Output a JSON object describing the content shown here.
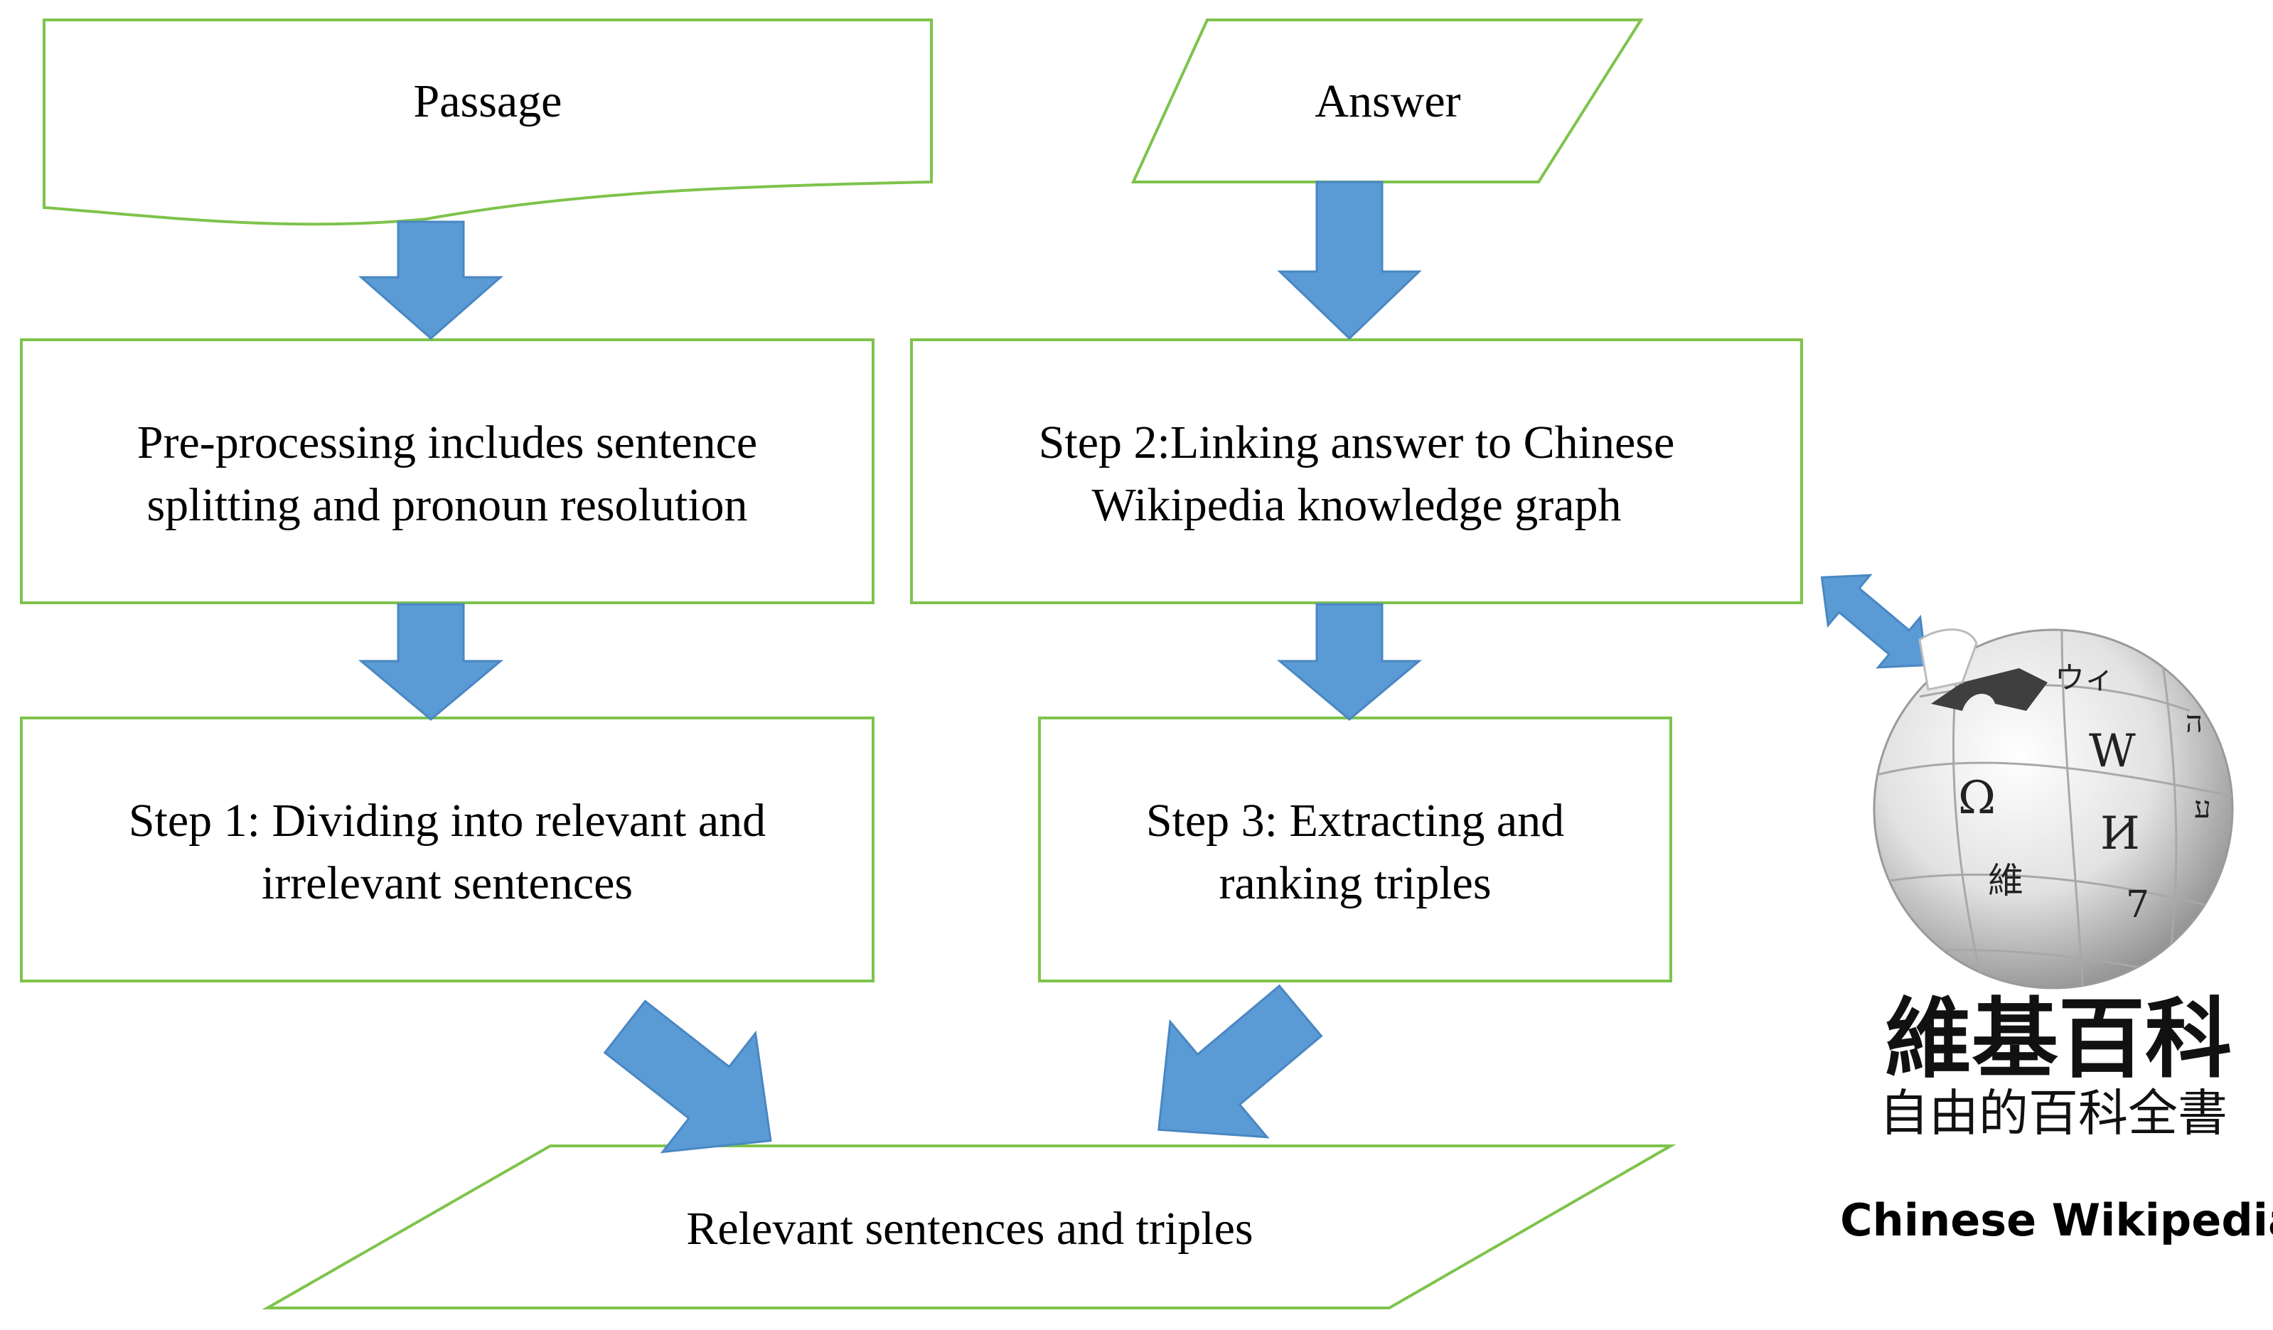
{
  "colors": {
    "box_border": "#7ec34b",
    "arrow_fill": "#5b9bd5",
    "text": "#000000"
  },
  "nodes": {
    "passage": {
      "shape": "document",
      "lines": [
        "Passage"
      ]
    },
    "answer": {
      "shape": "parallelogram",
      "lines": [
        "Answer"
      ]
    },
    "preprocessing": {
      "shape": "rectangle",
      "lines": [
        "Pre-processing includes sentence",
        "splitting and pronoun resolution"
      ]
    },
    "step2": {
      "shape": "rectangle",
      "lines": [
        "Step 2:Linking answer to Chinese",
        "Wikipedia knowledge graph"
      ]
    },
    "step1": {
      "shape": "rectangle",
      "lines": [
        "Step 1: Dividing into relevant and",
        "irrelevant sentences"
      ]
    },
    "step3": {
      "shape": "rectangle",
      "lines": [
        "Step 3: Extracting and",
        "ranking triples"
      ]
    },
    "output": {
      "shape": "parallelogram",
      "lines": [
        "Relevant sentences and triples"
      ]
    }
  },
  "edges": [
    {
      "from": "passage",
      "to": "preprocessing"
    },
    {
      "from": "preprocessing",
      "to": "step1"
    },
    {
      "from": "answer",
      "to": "step2"
    },
    {
      "from": "step2",
      "to": "step3"
    },
    {
      "from": "step1",
      "to": "output"
    },
    {
      "from": "step3",
      "to": "output"
    },
    {
      "from": "step2",
      "to": "wikipedia",
      "bidirectional": true
    }
  ],
  "wikipedia_logo": {
    "title": "維基百科",
    "subtitle": "自由的百科全書",
    "caption": "Chinese Wikipedia",
    "icon": "wikipedia-puzzle-globe-icon",
    "glyphs": [
      "W",
      "Ω",
      "И",
      "維",
      "ウィ",
      "ה",
      "7",
      "ע"
    ]
  }
}
